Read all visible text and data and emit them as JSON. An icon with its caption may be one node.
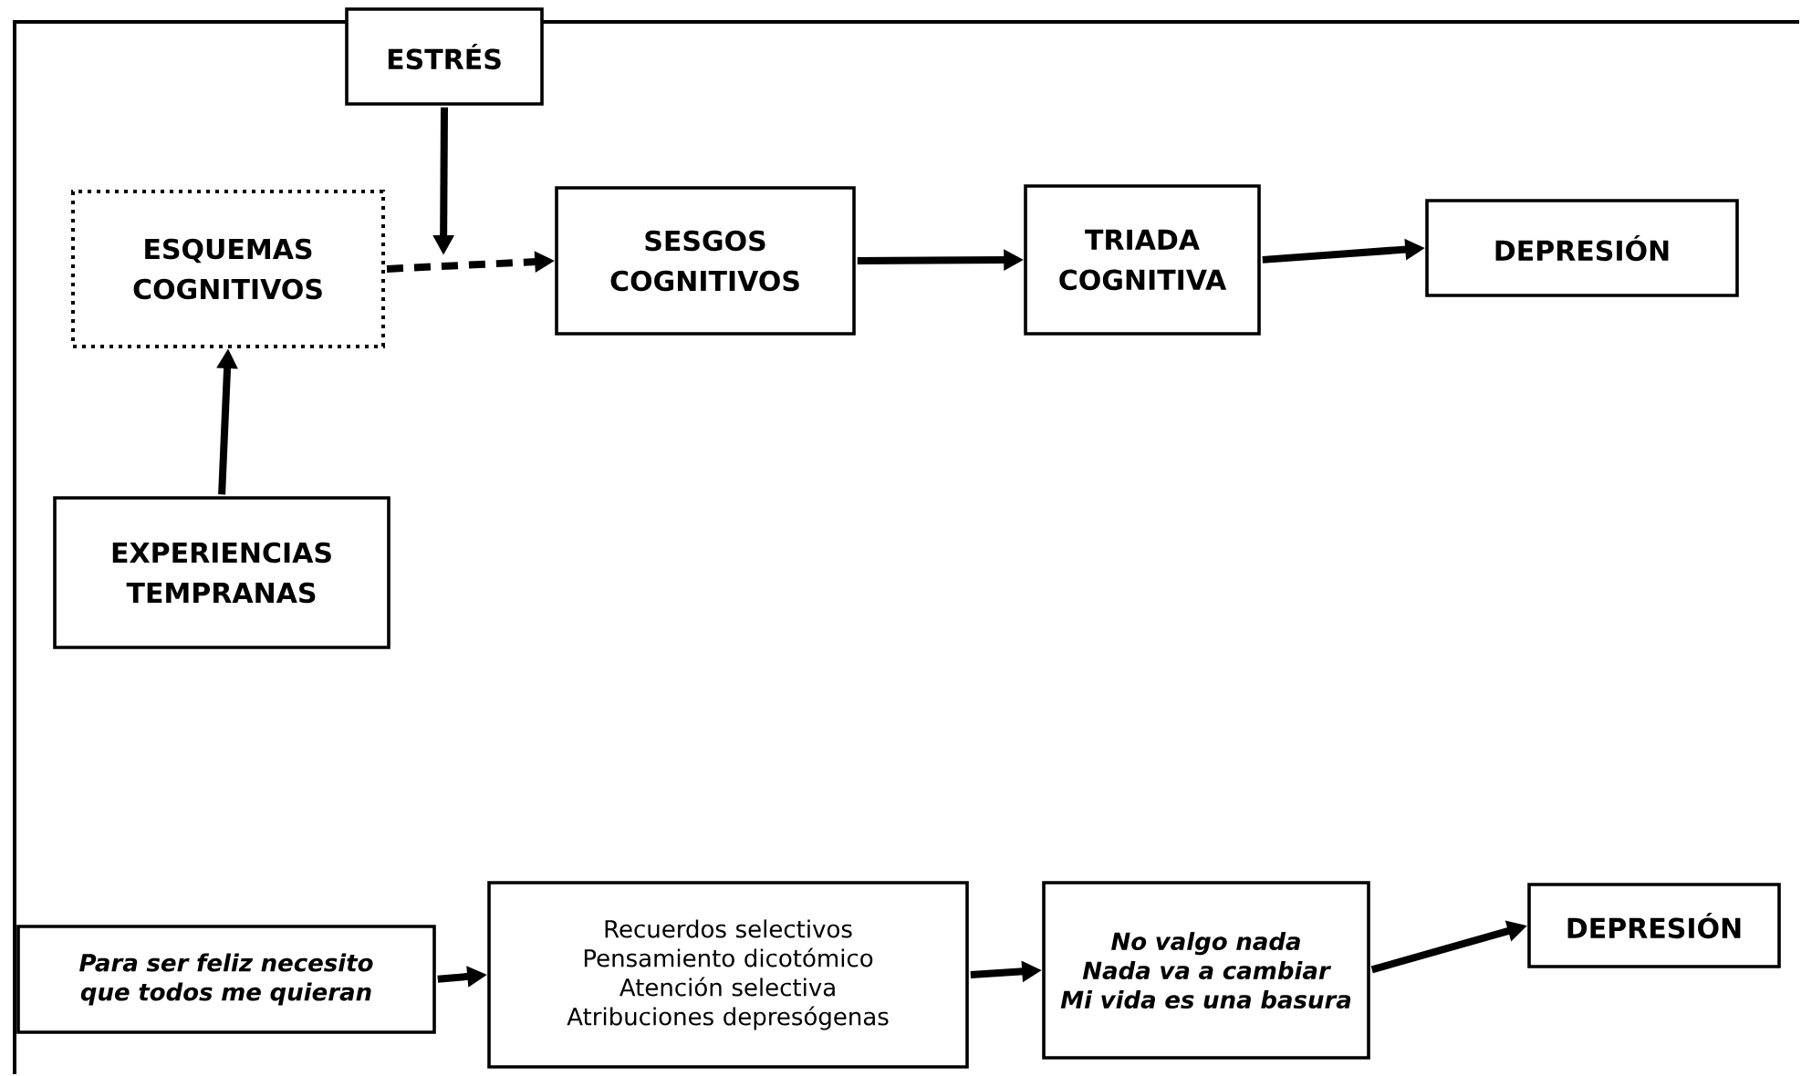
{
  "diagram": {
    "nodes": [
      {
        "text": [
          "ESQUEMAS COGNITIVOS"
        ]
      },
      {
        "text": [
          "ESTRÉS"
        ]
      },
      {
        "text": [
          "SESGOS COGNITIVOS"
        ]
      },
      {
        "text": [
          "TRIADA COGNITIVA"
        ]
      },
      {
        "text": [
          "DEPRESIÓN"
        ]
      },
      {
        "text": [
          "EXPERIENCIAS TEMPRANAS"
        ]
      },
      {
        "text": [
          "Para ser feliz necesito que todos me quieran"
        ]
      },
      {
        "text": [
          "Recuerdos selectivos",
          "Pensamiento dicotómico",
          "Atención selectiva",
          "Atribuciones depresógenas"
        ]
      },
      {
        "text": [
          "No valgo nada",
          "Nada va a cambiar",
          "Mi vida es una basura"
        ]
      },
      {
        "text": [
          "DEPRESIÓN"
        ]
      }
    ],
    "edges": [
      {
        "from": 5,
        "to": 0,
        "arrow": "to"
      },
      {
        "from": 0,
        "to": 2,
        "arrow": "to",
        "style": "dashed"
      },
      {
        "from": 1,
        "to": null,
        "arrow": "to"
      },
      {
        "from": 2,
        "to": 3,
        "arrow": "to"
      },
      {
        "from": 3,
        "to": 4,
        "arrow": "to"
      },
      {
        "from": 6,
        "to": 7,
        "arrow": "to"
      },
      {
        "from": 7,
        "to": 8,
        "arrow": "to"
      },
      {
        "from": 8,
        "to": 9,
        "arrow": "to"
      }
    ]
  }
}
